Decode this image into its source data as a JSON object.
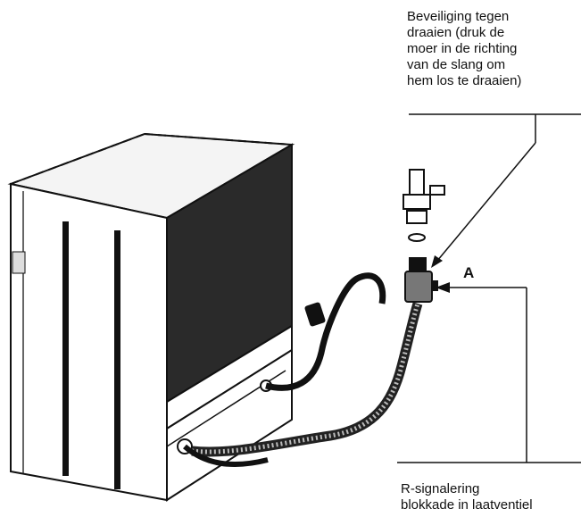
{
  "callout_top": {
    "lines": [
      "Beveiliging tegen",
      "draaien (druk de",
      "moer in de richting",
      "van de slang om",
      "hem los te draaien)"
    ]
  },
  "callout_bottom": {
    "lines": [
      "R-signalering",
      "blokkade in laatventiel"
    ]
  },
  "marker_label": "A"
}
